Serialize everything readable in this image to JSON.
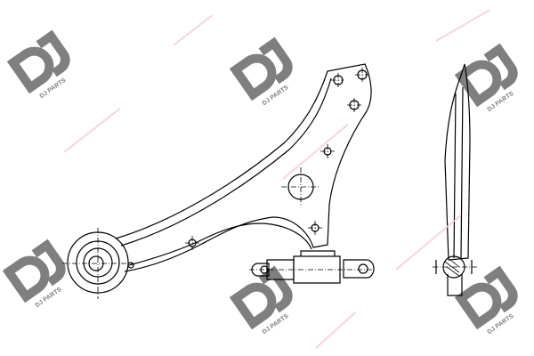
{
  "brand": {
    "logo_text": "DJ PARTS",
    "logo_color": "#7f7f7f",
    "watermark_color": "#f2b8c4"
  },
  "drawing": {
    "subject": "control-arm",
    "views": [
      "front-view",
      "side-view"
    ],
    "line_color": "#000000"
  }
}
